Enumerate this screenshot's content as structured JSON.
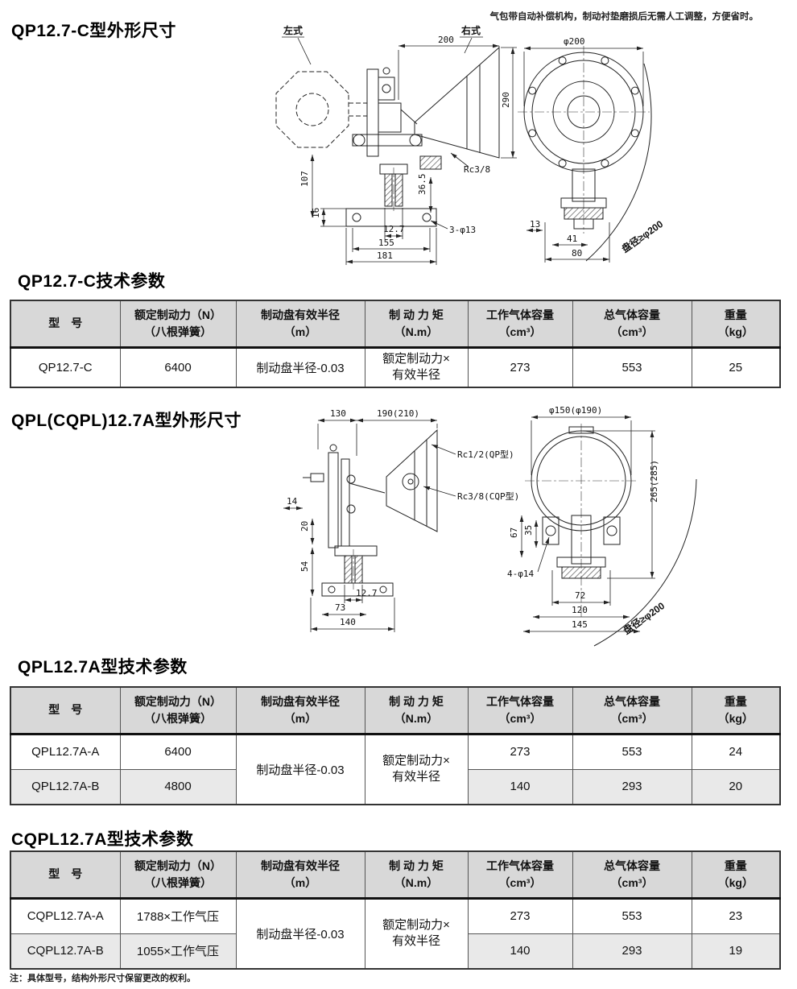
{
  "colors": {
    "table_header_bg": "#d8d8d8",
    "row_alt_bg": "#e9e9e9",
    "ink": "#111111"
  },
  "top_note": "气包带自动补偿机构，制动衬垫磨损后无需人工调整，方便省时。",
  "bottom_note": "注：具体型号，结构外形尺寸保留更改的权利。",
  "sections": {
    "qp_dim_title": "QP12.7-C型外形尺寸",
    "qp_param_title": "QP12.7-C技术参数",
    "qpl_dim_title": "QPL(CQPL)12.7A型外形尺寸",
    "qpl_param_title": "QPL12.7A型技术参数",
    "cqpl_param_title": "CQPL12.7A型技术参数"
  },
  "table_headers": [
    {
      "l1": "型　号",
      "l2": ""
    },
    {
      "l1": "额定制动力（N）",
      "l2": "（八根弹簧）"
    },
    {
      "l1": "制动盘有效半径",
      "l2": "（m）"
    },
    {
      "l1": "制 动 力 矩",
      "l2": "（N.m）"
    },
    {
      "l1": "工作气体容量",
      "l2": "（cm³）"
    },
    {
      "l1": "总气体容量",
      "l2": "（cm³）"
    },
    {
      "l1": "重量",
      "l2": "（kg）"
    }
  ],
  "table1": {
    "rows": [
      {
        "model": "QP12.7-C",
        "force": "6400",
        "radius": "制动盘半径-0.03",
        "torque": "额定制动力×\n有效半径",
        "work_vol": "273",
        "total_vol": "553",
        "weight": "25"
      }
    ]
  },
  "table2": {
    "radius_merged": "制动盘半径-0.03",
    "torque_merged": "额定制动力×\n有效半径",
    "rows": [
      {
        "model": "QPL12.7A-A",
        "force": "6400",
        "work_vol": "273",
        "total_vol": "553",
        "weight": "24"
      },
      {
        "model": "QPL12.7A-B",
        "force": "4800",
        "work_vol": "140",
        "total_vol": "293",
        "weight": "20"
      }
    ]
  },
  "table3": {
    "radius_merged": "制动盘半径-0.03",
    "torque_merged": "额定制动力×\n有效半径",
    "rows": [
      {
        "model": "CQPL12.7A-A",
        "force": "1788×工作气压",
        "work_vol": "273",
        "total_vol": "553",
        "weight": "23"
      },
      {
        "model": "CQPL12.7A-B",
        "force": "1055×工作气压",
        "work_vol": "140",
        "total_vol": "293",
        "weight": "19"
      }
    ]
  },
  "drawing1": {
    "labels": {
      "left_style": "左式",
      "right_style": "右式"
    },
    "dims": {
      "top_width": "200",
      "height": "290",
      "thread": "Rc3/8",
      "mount_height": "107",
      "pad_height": "36.5",
      "base_thickness": "16",
      "slot": "12.7",
      "bolt_span": "155",
      "base_width": "181",
      "holes": "3-φ13",
      "front_dia": "φ200",
      "lug_13": "13",
      "lug_41": "41",
      "lug_80": "80",
      "disc": "盘径≥φ200"
    }
  },
  "drawing2": {
    "dims": {
      "top_left": "130",
      "top_right": "190(210)",
      "front_dia": "φ150(φ190)",
      "port_qp": "Rc1/2(QP型)",
      "port_cqp": "Rc3/8(CQP型)",
      "d14": "14",
      "d20": "20",
      "d54": "54",
      "slot": "12.7",
      "d73": "73",
      "d140": "140",
      "d67": "67",
      "d35": "35",
      "holes": "4-φ14",
      "d72": "72",
      "d120": "120",
      "d145": "145",
      "height": "265(285)",
      "disc": "盘径≥φ200"
    }
  }
}
